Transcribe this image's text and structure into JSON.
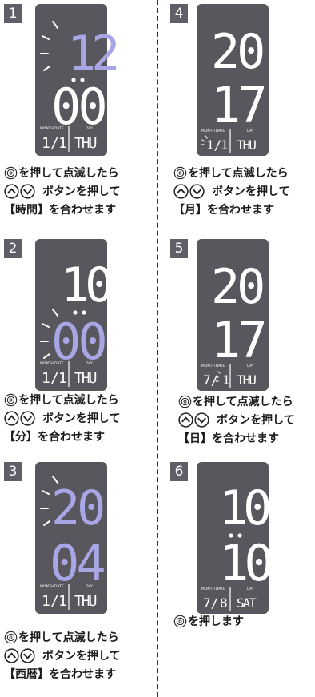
{
  "steps": [
    {
      "number": "1",
      "line1": "を押して点滅したら",
      "line2": "ボタンを押して",
      "line3": "【時間】を合わせます",
      "top": "12",
      "bottom": "00",
      "month": "1/",
      "date": "1",
      "day": "THU"
    },
    {
      "number": "2",
      "line1": "を押して点滅したら",
      "line2": "ボタンを押して",
      "line3": "【分】を合わせます",
      "top": "10",
      "bottom": "00",
      "month": "1/",
      "date": "1",
      "day": "THU"
    },
    {
      "number": "3",
      "line1": "を押して点滅したら",
      "line2": "ボタンを押して",
      "line3": "【西暦】を合わせます",
      "top": "20",
      "bottom": "04",
      "month": "1/",
      "date": "1",
      "day": "THU"
    },
    {
      "number": "4",
      "line1": "を押して点滅したら",
      "line2": "ボタンを押して",
      "line3": "【月】を合わせます",
      "top": "20",
      "bottom": "17",
      "month": "1/",
      "date": "1",
      "day": "THU"
    },
    {
      "number": "5",
      "line1": "を押して点滅したら",
      "line2": "ボタンを押して",
      "line3": "【日】を合わせます",
      "top": "20",
      "bottom": "17",
      "month": "7/",
      "date": "1",
      "day": "THU"
    },
    {
      "number": "6",
      "line1": "を押します",
      "top": "10",
      "bottom": "10",
      "month": "7/",
      "date": "8",
      "day": "SAT"
    }
  ],
  "display_labels": {
    "month": "MONTH",
    "date": "DATE",
    "day": "DAY"
  },
  "colors": {
    "panel": "#58575d",
    "digit": "#ffffff",
    "highlight": "#a9a6e6",
    "badge": "#5f5f67"
  },
  "icons": {
    "set": "gear-icon",
    "up": "chevron-up-icon",
    "down": "chevron-down-icon"
  }
}
